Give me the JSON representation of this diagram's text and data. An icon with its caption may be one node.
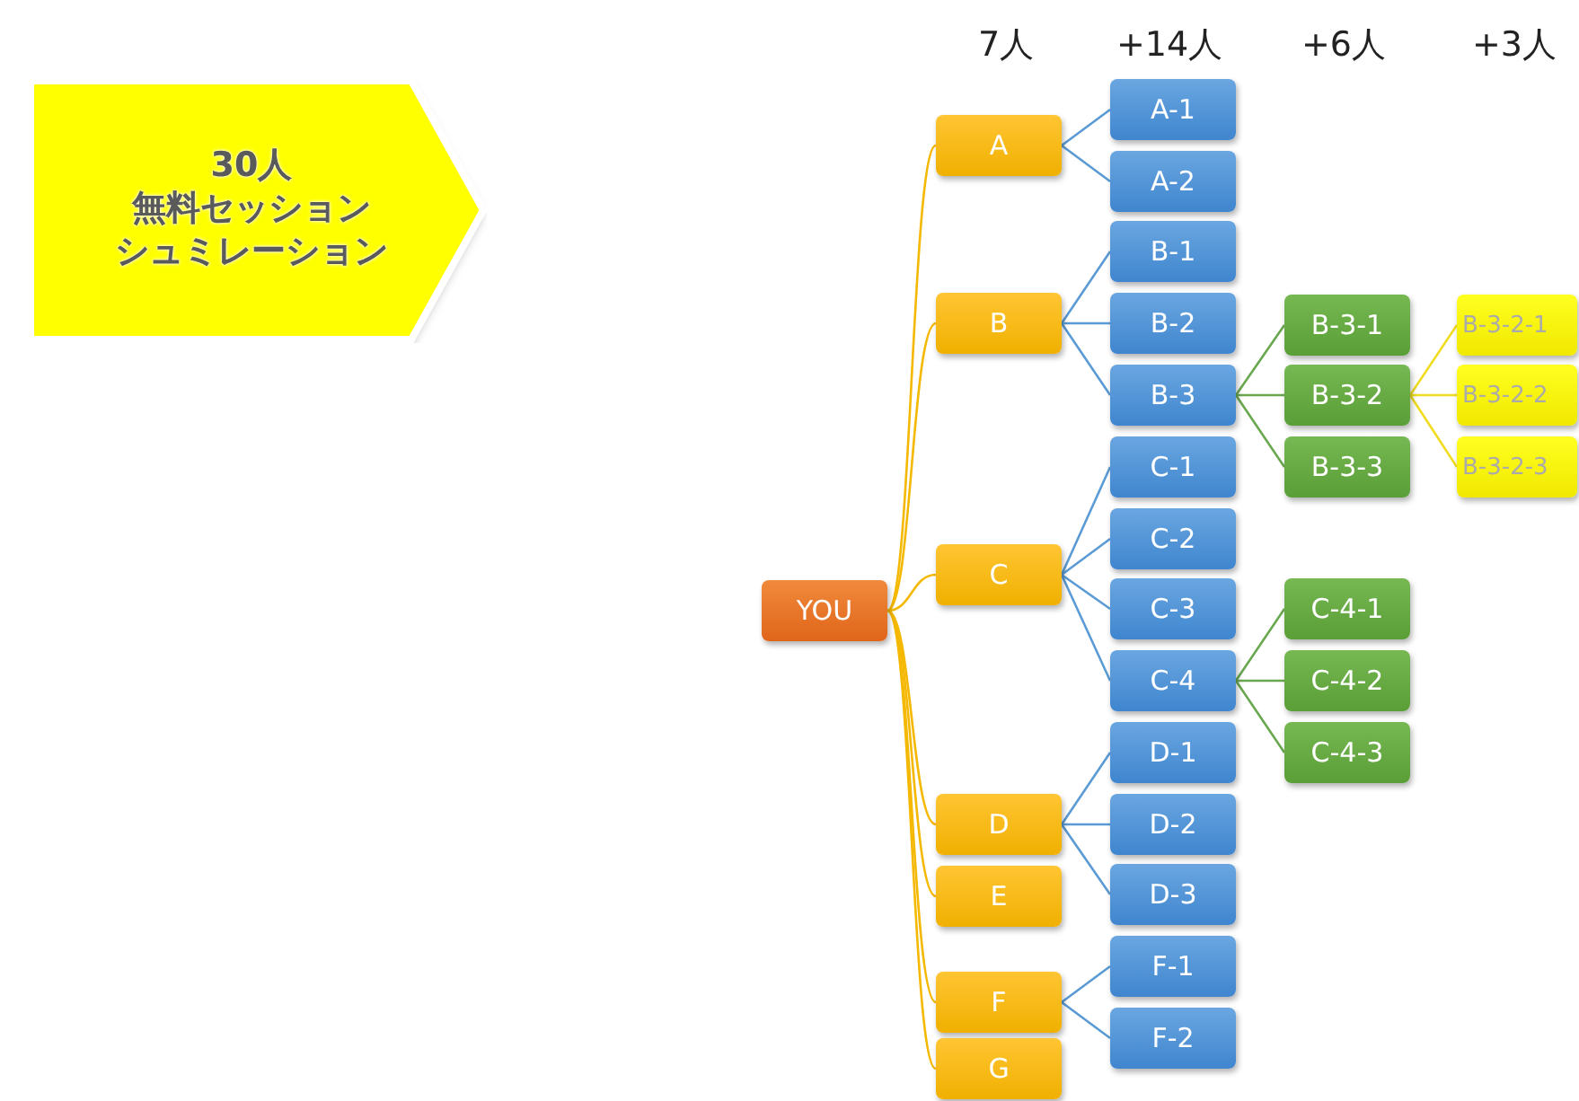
{
  "diagram": {
    "nodes": [
      {
        "text": [
          "30人",
          "無料セッション",
          "シュミレーション"
        ]
      },
      {
        "text": [
          "YOU"
        ]
      },
      {
        "text": [
          "A"
        ]
      },
      {
        "text": [
          "A-1"
        ]
      },
      {
        "text": [
          "A-2"
        ]
      },
      {
        "text": [
          "B"
        ]
      },
      {
        "text": [
          "B-1"
        ]
      },
      {
        "text": [
          "B-2"
        ]
      },
      {
        "text": [
          "B-3"
        ]
      },
      {
        "text": [
          "B-3-1"
        ]
      },
      {
        "text": [
          "B-3-2"
        ]
      },
      {
        "text": [
          "B-3-2-1"
        ]
      },
      {
        "text": [
          "B-3-2-2"
        ]
      },
      {
        "text": [
          "B-3-2-3"
        ]
      },
      {
        "text": [
          "B-3-3"
        ]
      },
      {
        "text": [
          "C"
        ]
      },
      {
        "text": [
          "C-1"
        ]
      },
      {
        "text": [
          "C-2"
        ]
      },
      {
        "text": [
          "C-3"
        ]
      },
      {
        "text": [
          "C-4"
        ]
      },
      {
        "text": [
          "C-4-1"
        ]
      },
      {
        "text": [
          "C-4-2"
        ]
      },
      {
        "text": [
          "C-4-3"
        ]
      },
      {
        "text": [
          "D"
        ]
      },
      {
        "text": [
          "D-1"
        ]
      },
      {
        "text": [
          "D-2"
        ]
      },
      {
        "text": [
          "D-3"
        ]
      },
      {
        "text": [
          "E"
        ]
      },
      {
        "text": [
          "F"
        ]
      },
      {
        "text": [
          "F-1"
        ]
      },
      {
        "text": [
          "F-2"
        ]
      },
      {
        "text": [
          "G"
        ]
      }
    ],
    "edges": [
      {
        "from": 1,
        "to": 2,
        "arrow": "none",
        "color": "#f5b800"
      },
      {
        "from": 1,
        "to": 5,
        "arrow": "none",
        "color": "#f5b800"
      },
      {
        "from": 1,
        "to": 15,
        "arrow": "none",
        "color": "#f5b800"
      },
      {
        "from": 1,
        "to": 23,
        "arrow": "none",
        "color": "#f5b800"
      },
      {
        "from": 1,
        "to": 27,
        "arrow": "none",
        "color": "#f5b800"
      },
      {
        "from": 1,
        "to": 28,
        "arrow": "none",
        "color": "#f5b800"
      },
      {
        "from": 1,
        "to": 31,
        "arrow": "none",
        "color": "#f5b800"
      },
      {
        "from": 2,
        "to": 3,
        "arrow": "none"
      },
      {
        "from": 2,
        "to": 4,
        "arrow": "none"
      },
      {
        "from": 5,
        "to": 6,
        "arrow": "none"
      },
      {
        "from": 5,
        "to": 7,
        "arrow": "none"
      },
      {
        "from": 5,
        "to": 8,
        "arrow": "none"
      },
      {
        "from": 8,
        "to": 9,
        "arrow": "none",
        "color": "#6aa84f"
      },
      {
        "from": 8,
        "to": 10,
        "arrow": "none",
        "color": "#6aa84f"
      },
      {
        "from": 8,
        "to": 14,
        "arrow": "none",
        "color": "#6aa84f"
      },
      {
        "from": 10,
        "to": 11,
        "arrow": "none",
        "color": "#f0dc20"
      },
      {
        "from": 10,
        "to": 12,
        "arrow": "none",
        "color": "#f0dc20"
      },
      {
        "from": 10,
        "to": 13,
        "arrow": "none",
        "color": "#f0dc20"
      },
      {
        "from": 15,
        "to": 16,
        "arrow": "none"
      },
      {
        "from": 15,
        "to": 17,
        "arrow": "none"
      },
      {
        "from": 15,
        "to": 18,
        "arrow": "none"
      },
      {
        "from": 15,
        "to": 19,
        "arrow": "none"
      },
      {
        "from": 19,
        "to": 20,
        "arrow": "none",
        "color": "#6aa84f"
      },
      {
        "from": 19,
        "to": 21,
        "arrow": "none",
        "color": "#6aa84f"
      },
      {
        "from": 19,
        "to": 22,
        "arrow": "none",
        "color": "#6aa84f"
      },
      {
        "from": 23,
        "to": 24,
        "arrow": "none"
      },
      {
        "from": 23,
        "to": 25,
        "arrow": "none"
      },
      {
        "from": 23,
        "to": 26,
        "arrow": "none"
      },
      {
        "from": 28,
        "to": 29,
        "arrow": "none"
      },
      {
        "from": 28,
        "to": 30,
        "arrow": "none"
      }
    ],
    "labels": [
      "7人",
      "+14人",
      "+6人",
      "+3人"
    ]
  }
}
